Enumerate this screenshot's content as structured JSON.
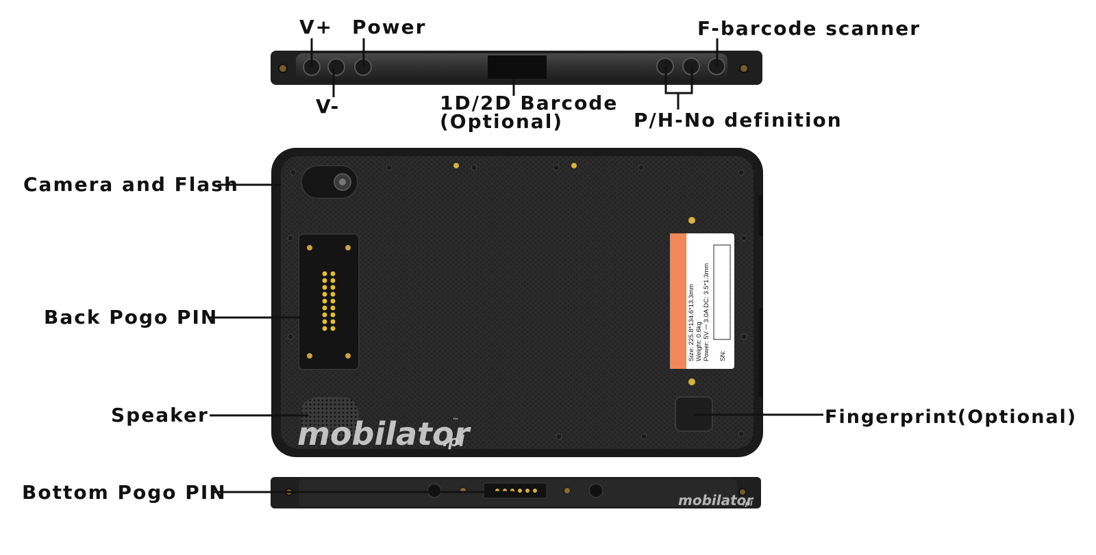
{
  "labels": {
    "v_plus": "V+",
    "power": "Power",
    "f_barcode_scanner": "F-barcode scanner",
    "v_minus": "V-",
    "barcode_1d2d": "1D/2D Barcode",
    "barcode_optional": "(Optional)",
    "ph_no_definition": "P/H-No definition",
    "camera_and_flash": "Camera and Flash",
    "back_pogo_pin": "Back Pogo PIN",
    "speaker": "Speaker",
    "fingerprint_optional": "Fingerprint(Optional)",
    "bottom_pogo_pin": "Bottom Pogo PIN"
  },
  "spec_label": {
    "line1": "Size:  225.8*134.6*13.3mm",
    "line2": "Weight: 0.6kg",
    "line3": "Power:  5V ⎓ 3.0A  DC: 3.5*1.3mm",
    "line4": "SN:"
  },
  "watermark": {
    "main": "mobilator",
    "suffix": ".pl",
    "tm": "™"
  },
  "colors": {
    "device_body": "#2a2a2a",
    "device_edge": "#1a1a1a",
    "spec_accent": "#f0885a",
    "pin_gold": "#d8b33a",
    "text": "#111111"
  }
}
